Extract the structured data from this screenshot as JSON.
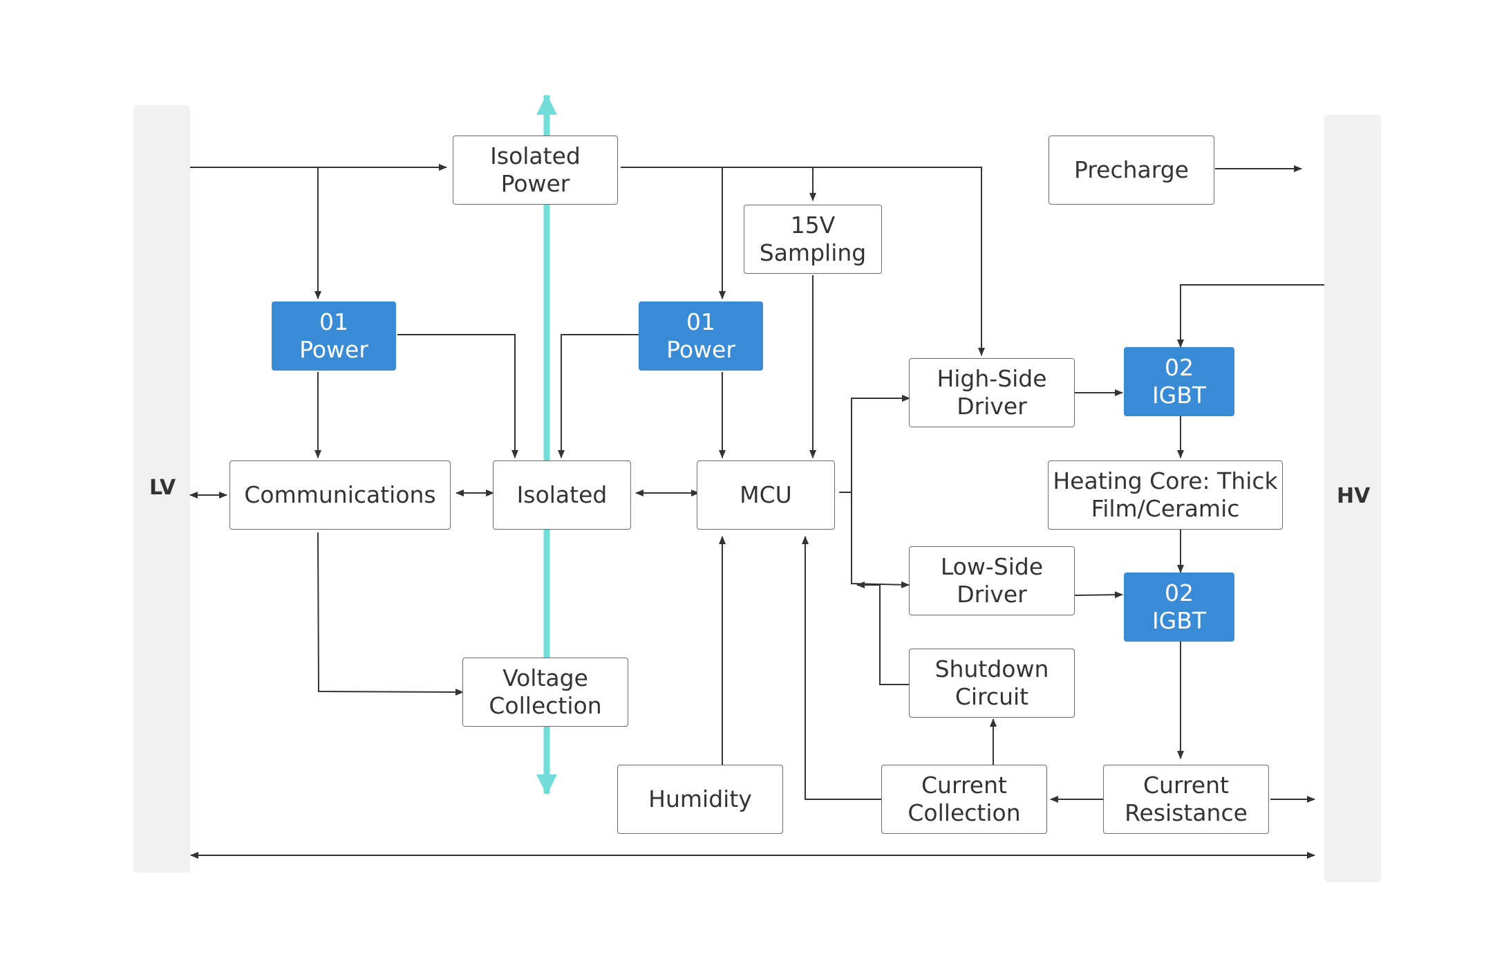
{
  "rails": {
    "lv": "LV",
    "hv": "HV"
  },
  "blocks": {
    "isolated_power": [
      "Isolated",
      "Power"
    ],
    "precharge": [
      "Precharge"
    ],
    "sampling_15v": [
      "15V",
      "Sampling"
    ],
    "power_left": [
      "01",
      "Power"
    ],
    "power_right": [
      "01",
      "Power"
    ],
    "high_side_driver": [
      "High-Side",
      "Driver"
    ],
    "igbt_top": [
      "02",
      "IGBT"
    ],
    "heating_core": [
      "Heating Core: Thick",
      "Film/Ceramic"
    ],
    "communications": [
      "Communications"
    ],
    "isolated": [
      "Isolated"
    ],
    "mcu": [
      "MCU"
    ],
    "low_side_driver": [
      "Low-Side",
      "Driver"
    ],
    "igbt_bottom": [
      "02",
      "IGBT"
    ],
    "shutdown_circuit": [
      "Shutdown",
      "Circuit"
    ],
    "voltage_collection": [
      "Voltage",
      "Collection"
    ],
    "humidity": [
      "Humidity"
    ],
    "current_collection": [
      "Current",
      "Collection"
    ],
    "current_resistance": [
      "Current",
      "Resistance"
    ]
  },
  "colors": {
    "accent_block": "#3a8bd6",
    "isolation_barrier": "#72dcd9",
    "rail": "#f1f1f1",
    "line": "#333333"
  }
}
